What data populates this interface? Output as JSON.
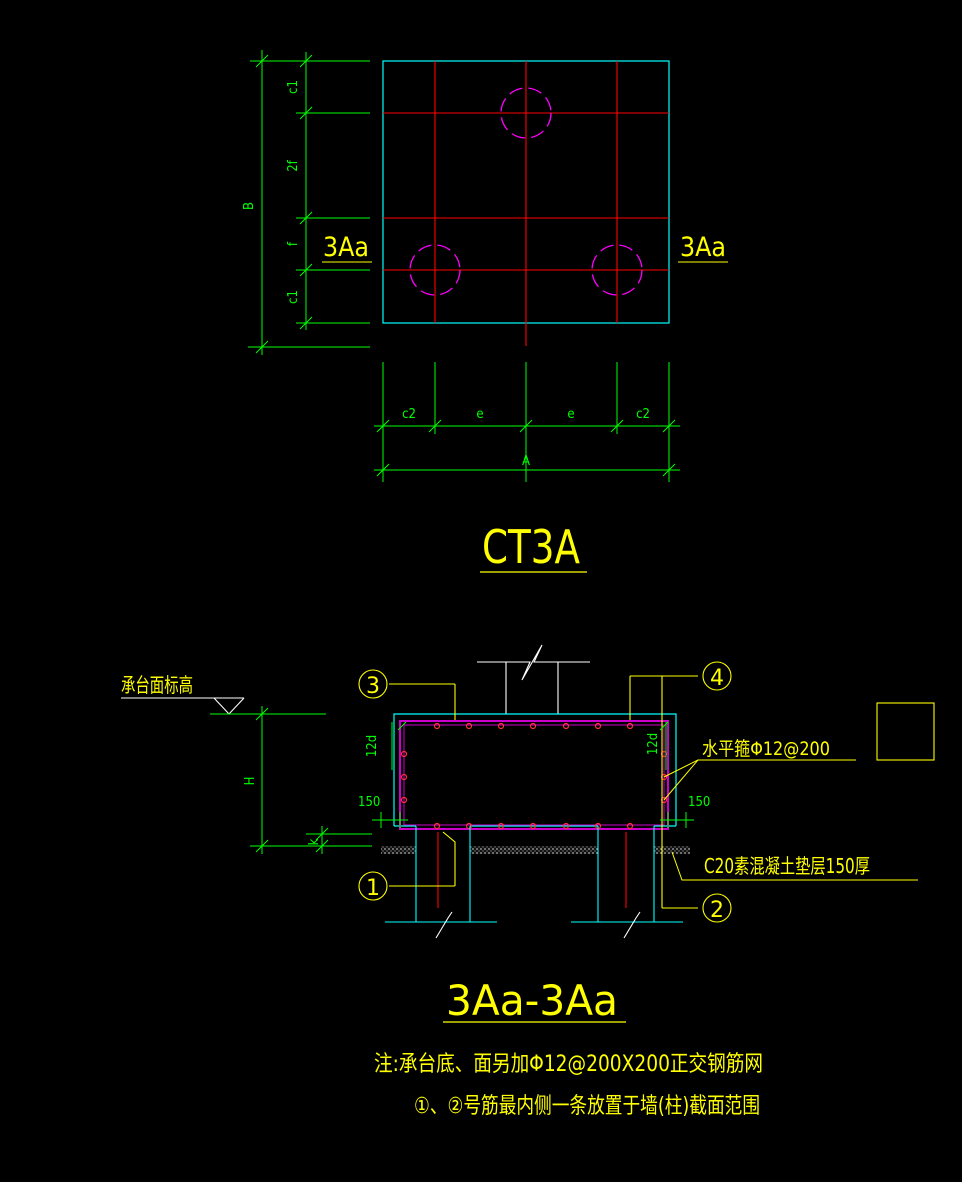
{
  "colors": {
    "background": "#000000",
    "dimension": "#00ff00",
    "outline": "#00ffff",
    "rebar": "#ff0000",
    "pile": "#ff00ff",
    "text": "#ffff00",
    "stirrup": "#cc00cc",
    "cushion": "#a0a0a0"
  },
  "plan": {
    "title": "CT3A",
    "section_mark_left": "3Aa",
    "section_mark_right": "3Aa",
    "dim_left": {
      "c1_top": "c1",
      "two_f": "2f",
      "f": "f",
      "c1_bottom": "c1",
      "total": "B"
    },
    "dim_bottom": {
      "c2_left": "c2",
      "e_left": "e",
      "e_right": "e",
      "c2_right": "c2",
      "total": "A"
    }
  },
  "section": {
    "title": "3Aa-3Aa",
    "elevation_label": "承台面标高",
    "height_label": "H",
    "k_label": "k",
    "anchor_left": "12d",
    "anchor_right": "12d",
    "offset_left": "150",
    "offset_right": "150",
    "stirrup_label": "水平箍Φ12@200",
    "cushion_label": "C20素混凝土垫层150厚",
    "callout_1": "1",
    "callout_2": "2",
    "callout_3": "3",
    "callout_4": "4"
  },
  "notes": {
    "line1": "注:承台底、面另加Φ12@200X200正交钢筋网",
    "line2": "①、②号筋最内侧一条放置于墙(柱)截面范围"
  }
}
